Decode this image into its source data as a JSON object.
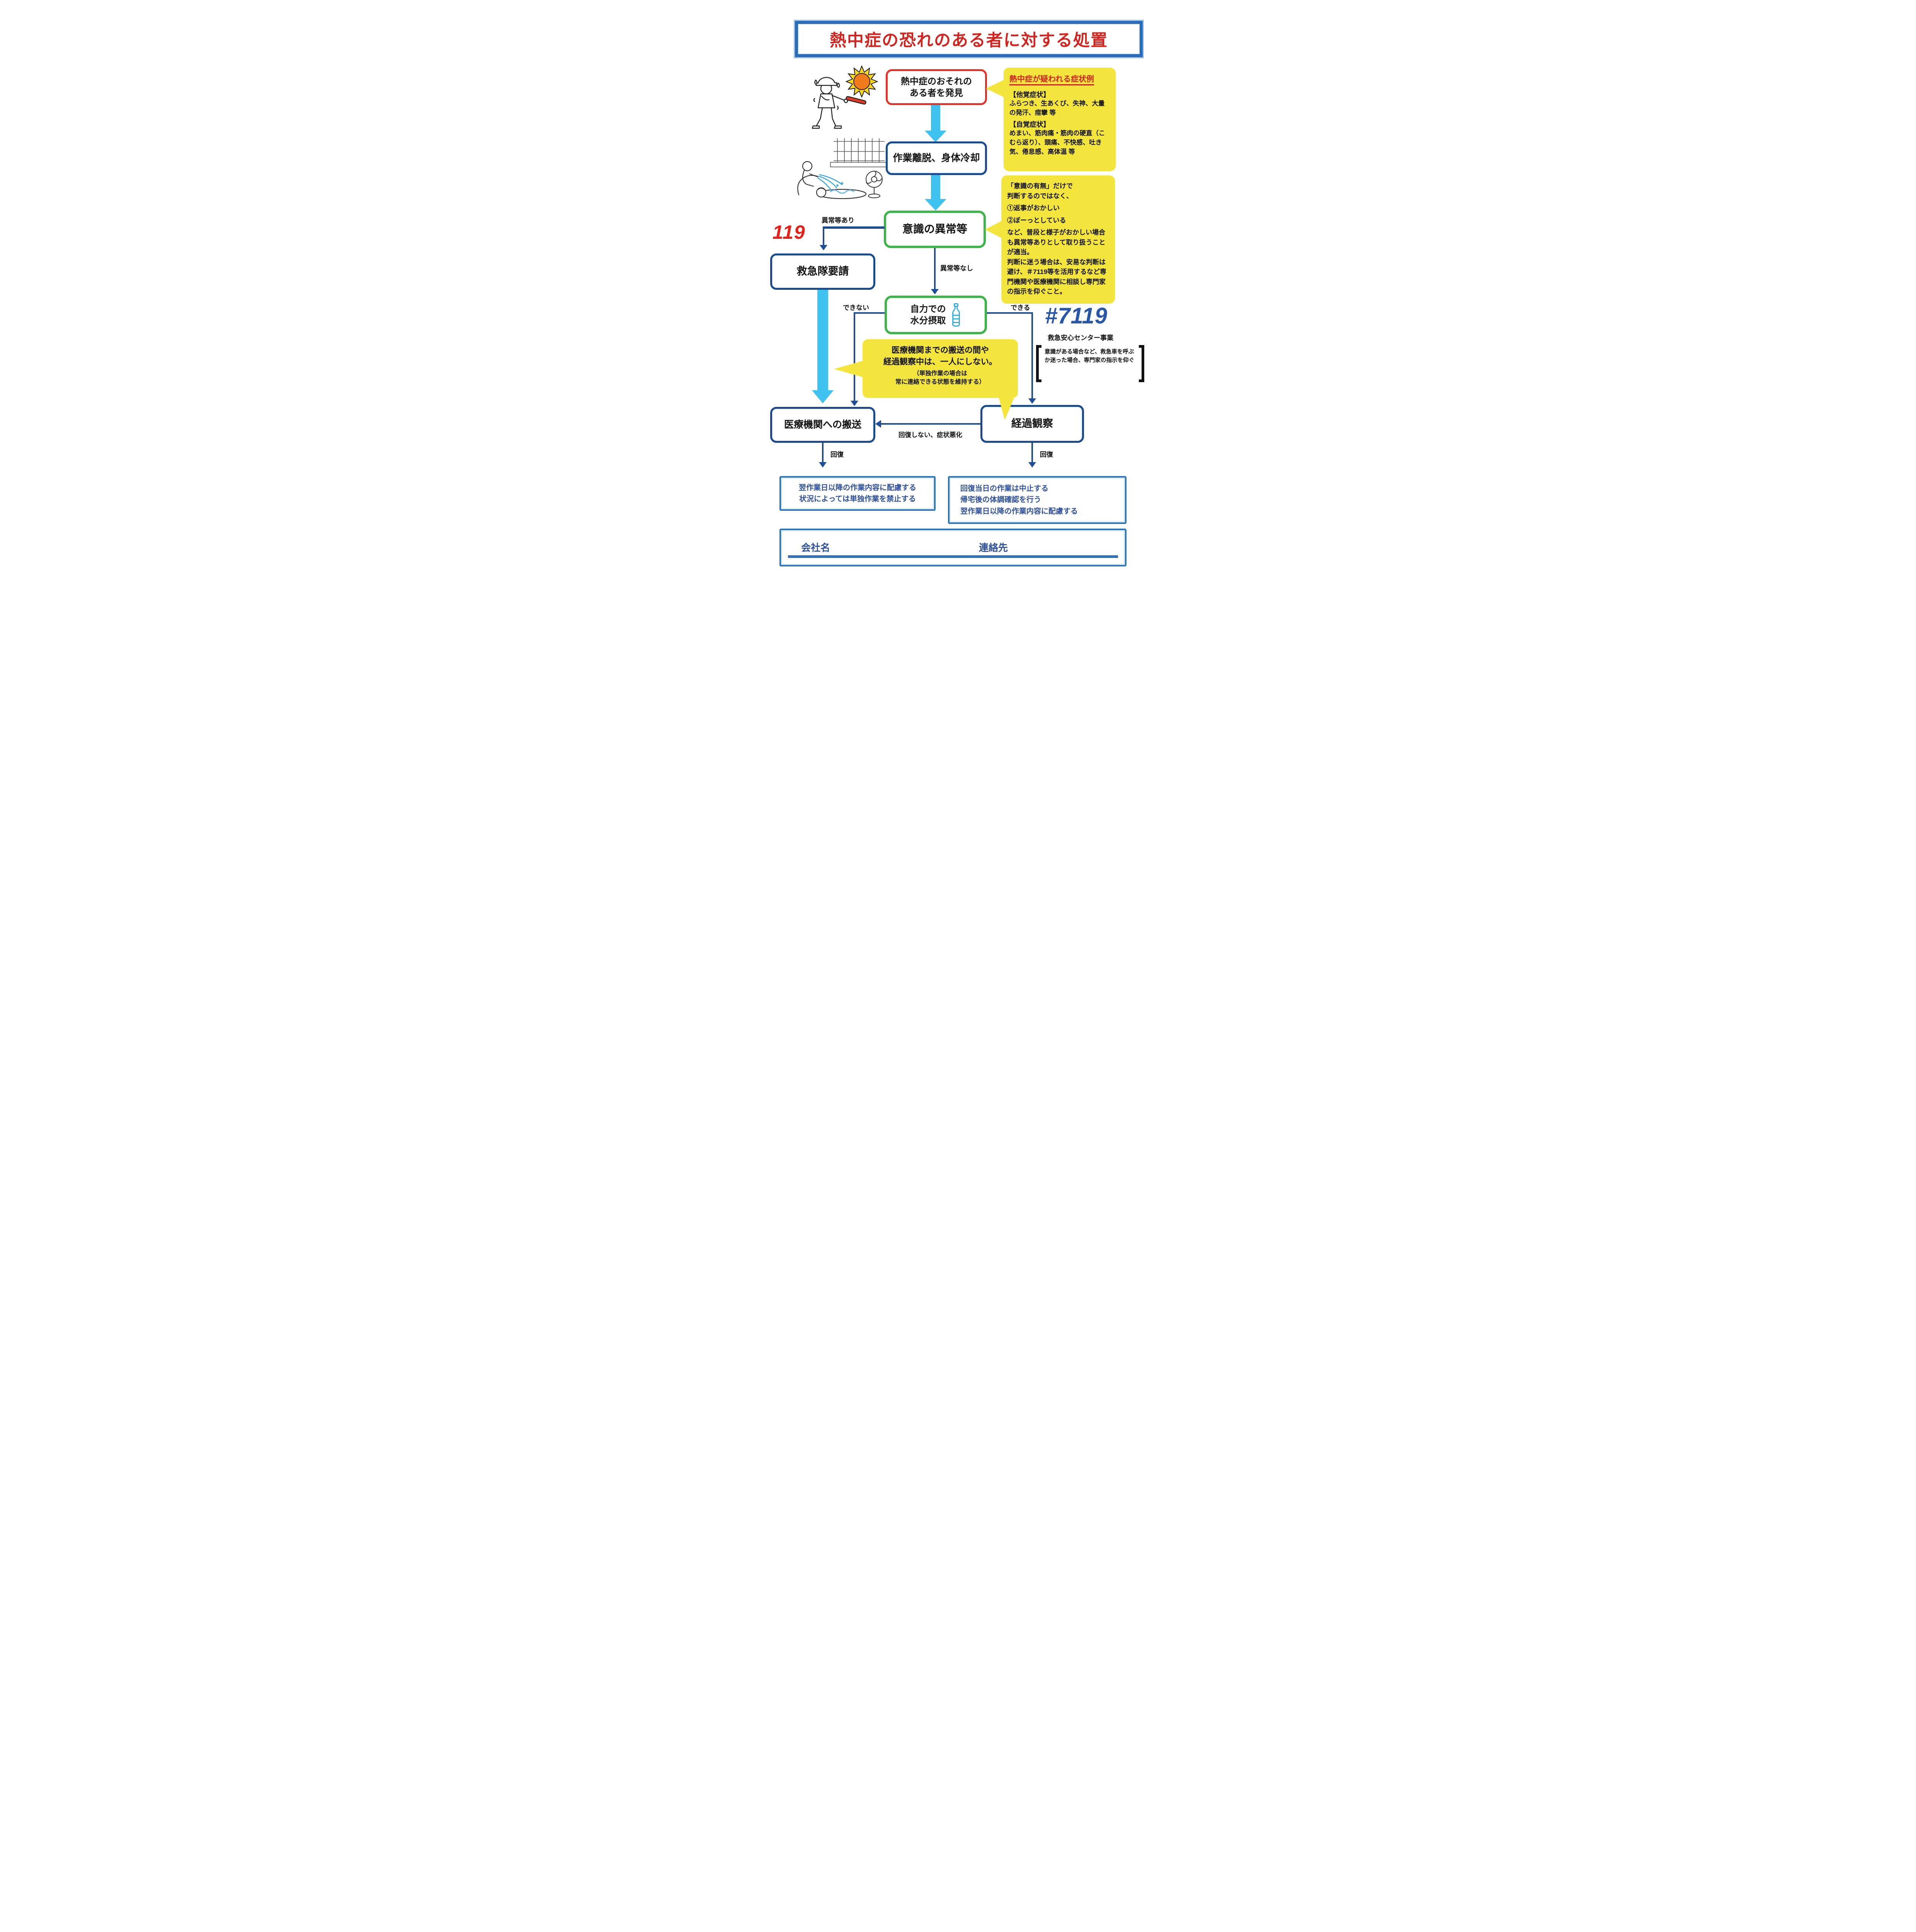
{
  "page": {
    "title": "熱中症の恐れのある者に対する処置"
  },
  "flow": {
    "discover": {
      "line1": "熱中症のおそれの",
      "line2": "ある者を発見"
    },
    "cooldown": {
      "label": "作業離脱、身体冷却"
    },
    "consciousness": {
      "label": "意識の異常等"
    },
    "ambulance": {
      "label": "救急隊要請",
      "phone": "119"
    },
    "hydration": {
      "line1": "自力での",
      "line2": "水分摂取"
    },
    "transport": {
      "label": "医療機関への搬送"
    },
    "observation": {
      "label": "経過観察"
    }
  },
  "branch_labels": {
    "abnormal_yes": "異常等あり",
    "abnormal_no": "異常等なし",
    "cannot_drink": "できない",
    "can_drink": "できる",
    "not_recovered": "回復しない、症状悪化",
    "recovered_left": "回復",
    "recovered_right": "回復"
  },
  "callouts": {
    "symptoms": {
      "title": "熱中症が疑われる症状例",
      "objective_heading": "【他覚症状】",
      "objective_body": "ふらつき、生あくび、失神、大量の発汗、痙攣 等",
      "subjective_heading": "【自覚症状】",
      "subjective_body": "めまい、筋肉痛・筋肉の硬直（こむら返り）、頭痛、不快感、吐き気、倦怠感、高体温 等"
    },
    "consciousness_note": {
      "head1": "「意識の有無」だけで",
      "head2": "判断するのではなく、",
      "item1": "①返事がおかしい",
      "item2": "②ぼーっとしている",
      "body1": "など、普段と様子がおかしい場合も異常等ありとして取り扱うことが適当。",
      "body2": "判断に迷う場合は、安易な判断は避け、＃7119等を活用するなど専門機関や医療機関に相談し専門家の指示を仰ぐこと。"
    },
    "do_not_leave_alone": {
      "line1": "医療機関までの搬送の間や",
      "line2": "経過観察中は、一人にしない。",
      "line3": "（単独作業の場合は",
      "line4": "常に連絡できる状態を維持する）"
    },
    "seven119": {
      "number": "#7119",
      "service": "救急安心センター事業",
      "note": "意識がある場合など、救急車を呼ぶか迷った場合、専門家の指示を仰ぐ"
    }
  },
  "outcomes": {
    "after_transport": {
      "line1": "翌作業日以降の作業内容に配慮する",
      "line2": "状況によっては単独作業を禁止する"
    },
    "after_observation": {
      "line1": "回復当日の作業は中止する",
      "line2": "帰宅後の体調確認を行う",
      "line3": "翌作業日以降の作業内容に配慮する"
    }
  },
  "footer": {
    "company_label": "会社名",
    "contact_label": "連絡先"
  },
  "colors": {
    "title_red": "#d2231e",
    "accent_red": "#e6332a",
    "navy": "#1a4a8c",
    "line_navy": "#1f4e96",
    "cyan": "#3fc2f0",
    "green": "#3db54a",
    "callout_yellow": "#f4e53c",
    "royal_blue_text": "#2c4ea0",
    "frame_blue": "#2e76bc",
    "seven119_blue": "#2a56a8"
  }
}
